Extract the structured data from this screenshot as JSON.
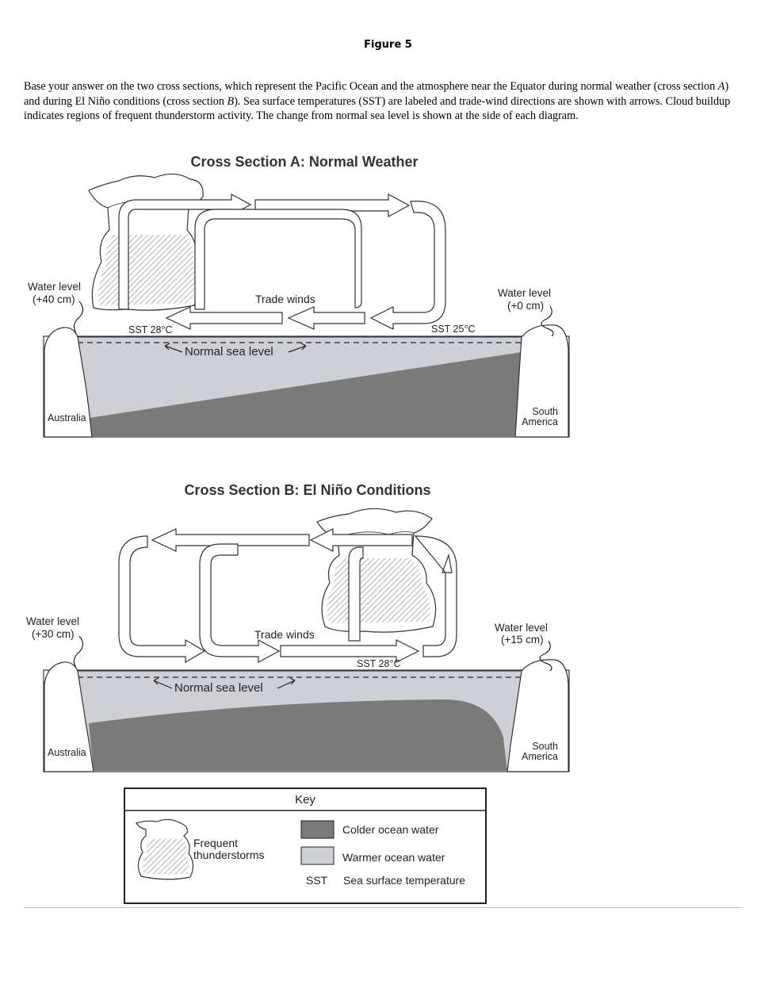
{
  "figure_title": "Figure 5",
  "intro": {
    "part1": "Base your answer on the two cross sections, which represent the Pacific Ocean and the atmosphere near the Equator during normal weather (cross section ",
    "a": "A",
    "part2": ") and during El Niño conditions (cross section ",
    "b": "B",
    "part3": "). Sea surface temperatures (SST) are labeled and trade-wind directions are shown with arrows. Cloud buildup indicates regions of frequent thunderstorm activity. The change from normal sea level is shown at the side of each diagram."
  },
  "section_a": {
    "title": "Cross Section A: Normal Weather",
    "water_level_left_1": "Water level",
    "water_level_left_2": "(+40 cm)",
    "water_level_right_1": "Water level",
    "water_level_right_2": "(+0 cm)",
    "trade_winds": "Trade winds",
    "sst_left": "SST 28°C",
    "sst_right": "SST 25°C",
    "normal_sea_level": "Normal sea level",
    "left_land": "Australia",
    "right_land_1": "South",
    "right_land_2": "America"
  },
  "section_b": {
    "title": "Cross Section B: El Niño Conditions",
    "water_level_left_1": "Water level",
    "water_level_left_2": "(+30 cm)",
    "water_level_right_1": "Water level",
    "water_level_right_2": "(+15 cm)",
    "trade_winds": "Trade winds",
    "sst": "SST 28°C",
    "normal_sea_level": "Normal sea level",
    "left_land": "Australia",
    "right_land_1": "South",
    "right_land_2": "America"
  },
  "key": {
    "title": "Key",
    "thunder_1": "Frequent",
    "thunder_2": "thunderstorms",
    "colder": "Colder ocean water",
    "warmer": "Warmer ocean water",
    "sst_abbr": "SST",
    "sst_desc": "Sea surface temperature"
  },
  "colors": {
    "colder_water": "#7a7a7a",
    "warmer_water": "#cfd0d6",
    "outline": "#333333"
  }
}
